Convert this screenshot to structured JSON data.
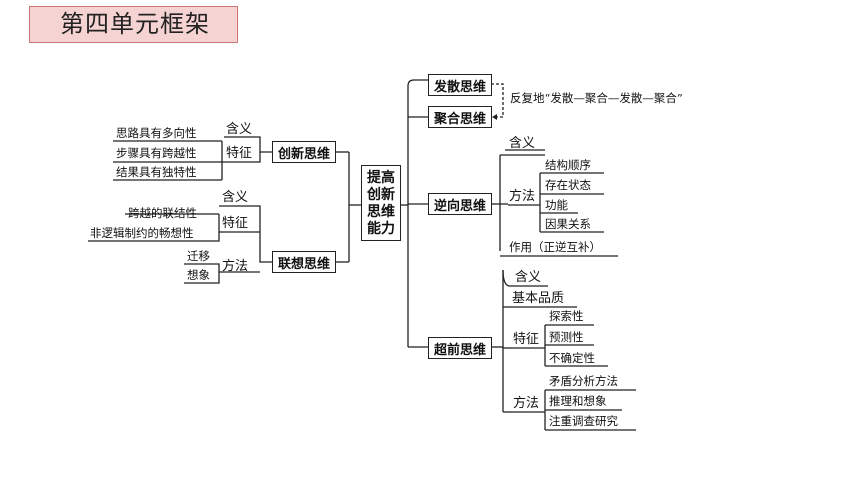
{
  "header": {
    "title": "第四单元框架"
  },
  "center": {
    "lines": [
      "提高",
      "创新",
      "思维",
      "能力"
    ]
  },
  "right": {
    "divergent": "发散思维",
    "convergent": "聚合思维",
    "cycle_note": "反复地“发散—聚合—发散—聚合”",
    "reverse": {
      "label": "逆向思维",
      "meaning": "含义",
      "method": "方法",
      "methods": [
        "结构顺序",
        "存在状态",
        "功能",
        "因果关系"
      ],
      "function": "作用（正逆互补）"
    },
    "advanced": {
      "label": "超前思维",
      "meaning": "含义",
      "quality": "基本品质",
      "feature": "特征",
      "features": [
        "探索性",
        "预测性",
        "不确定性"
      ],
      "method": "方法",
      "methods": [
        "矛盾分析方法",
        "推理和想象",
        "注重调查研究"
      ]
    }
  },
  "left": {
    "innovative": {
      "label": "创新思维",
      "meaning": "含义",
      "feature": "特征",
      "features": [
        "思路具有多向性",
        "步骤具有跨越性",
        "结果具有独特性"
      ]
    },
    "associative": {
      "label": "联想思维",
      "meaning": "含义",
      "feature": "特征",
      "features": [
        "跨越的联结性",
        "非逻辑制约的畅想性"
      ],
      "method": "方法",
      "methods": [
        "迁移",
        "想象"
      ]
    }
  }
}
